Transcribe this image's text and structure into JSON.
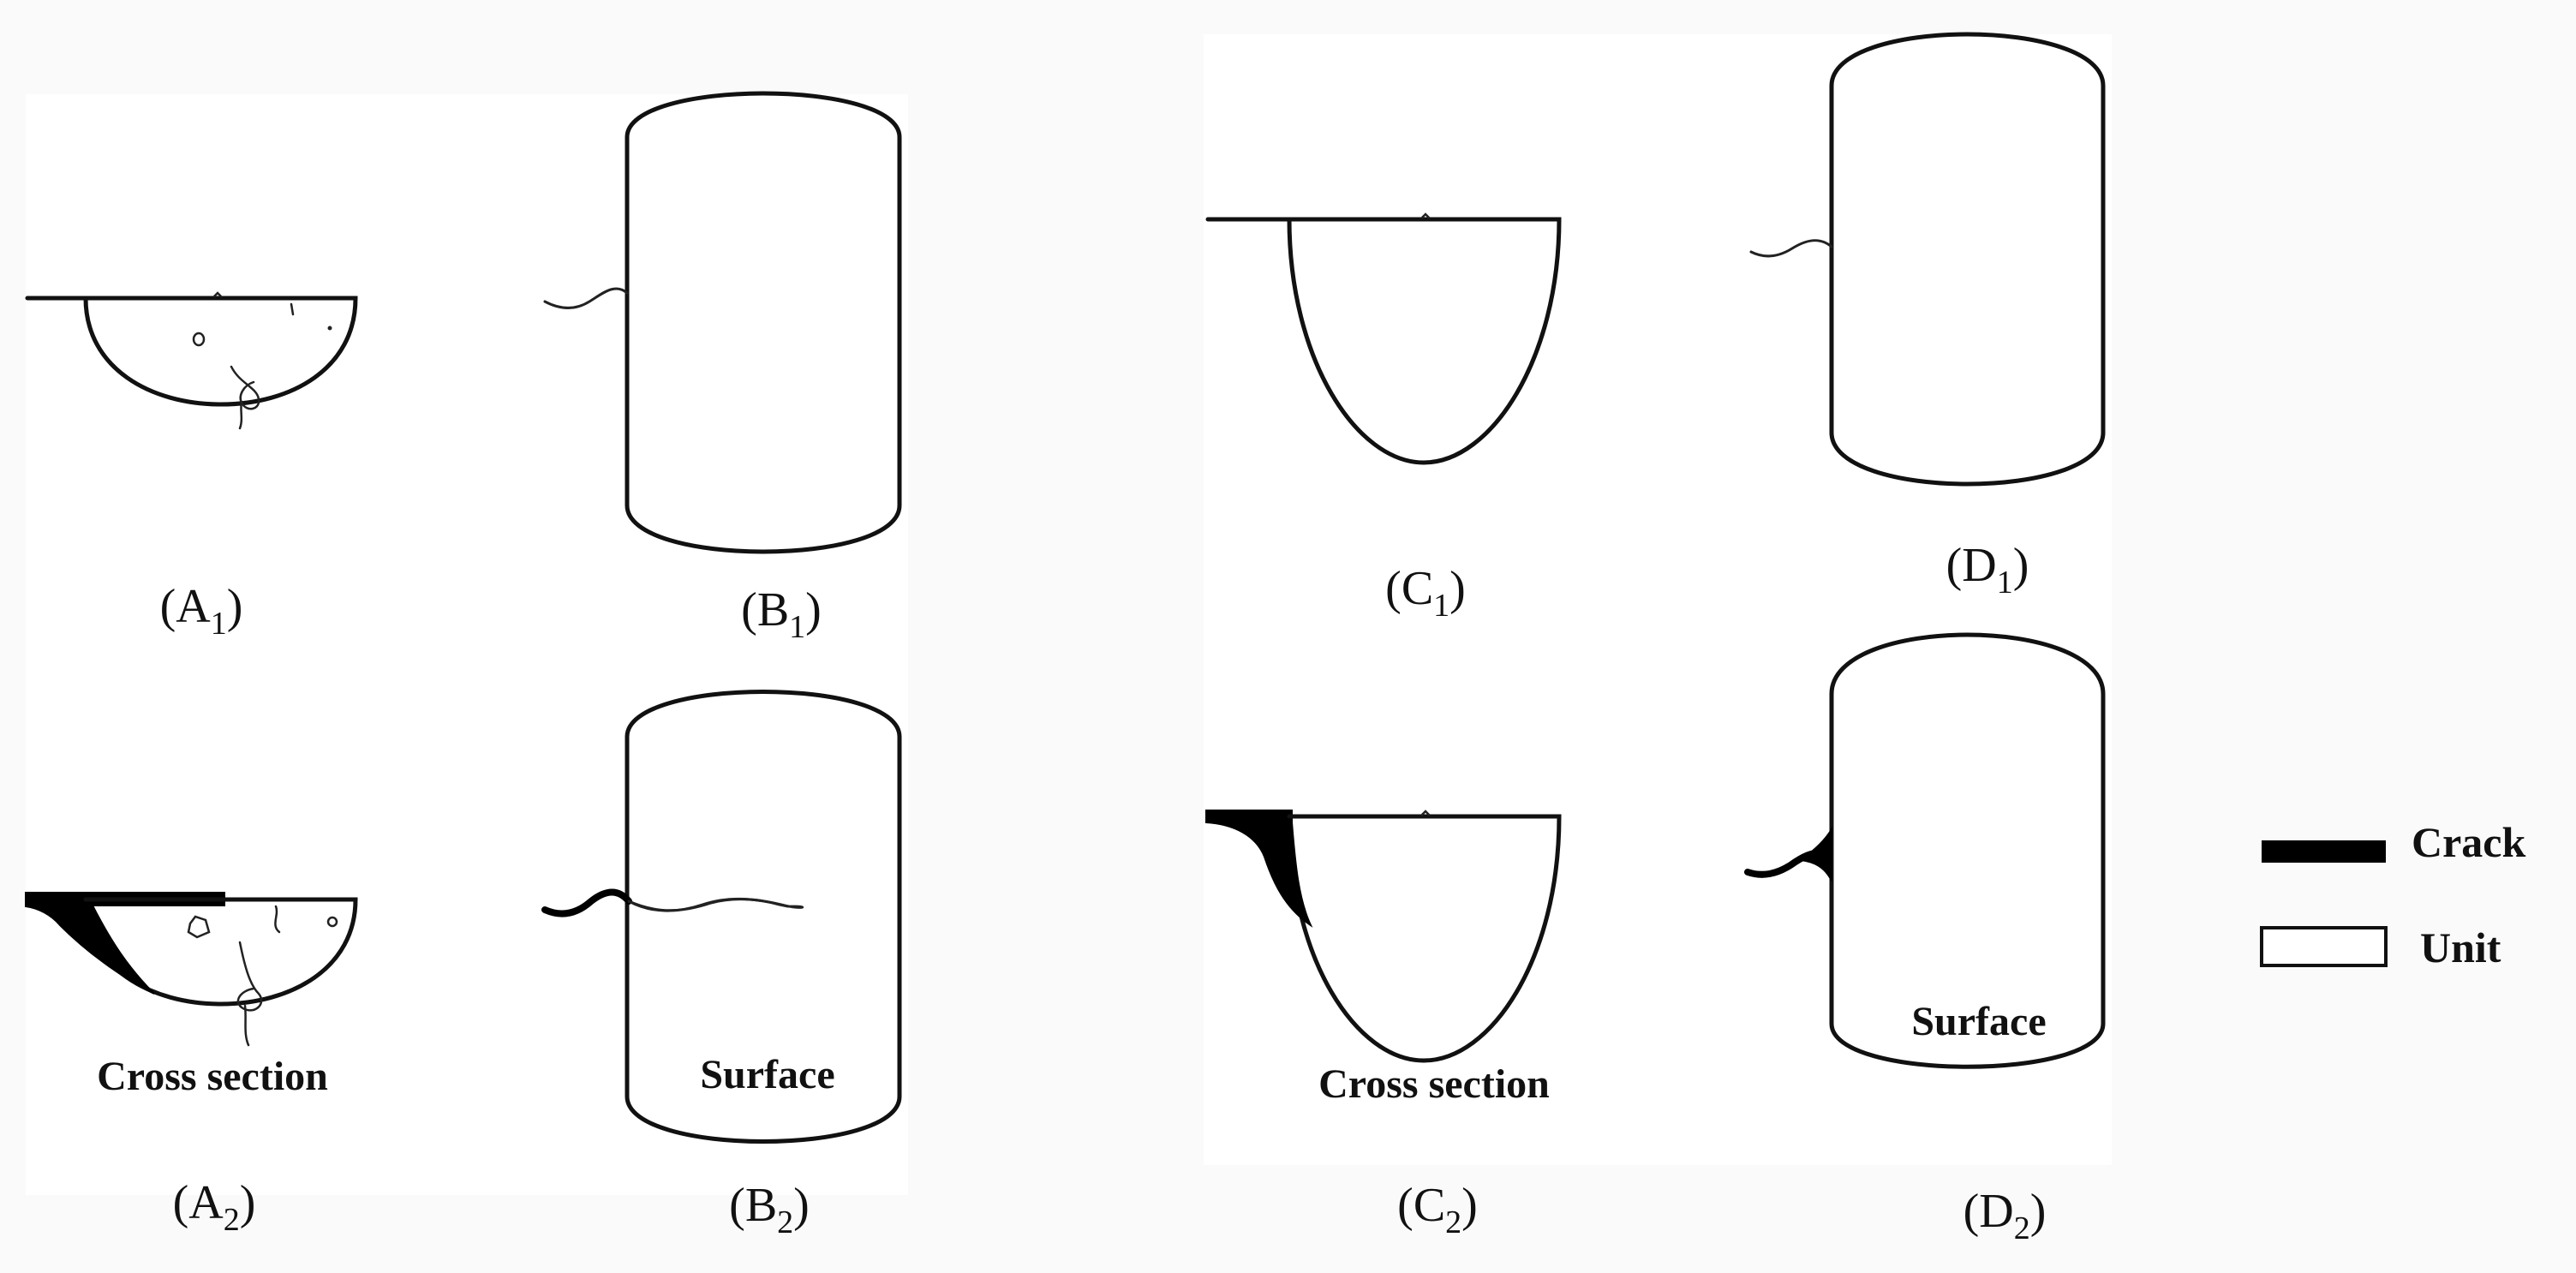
{
  "panels": {
    "a1": {
      "letter": "A",
      "sub": "1"
    },
    "b1": {
      "letter": "B",
      "sub": "1"
    },
    "c1": {
      "letter": "C",
      "sub": "1"
    },
    "d1": {
      "letter": "D",
      "sub": "1"
    },
    "a2": {
      "letter": "A",
      "sub": "2"
    },
    "b2": {
      "letter": "B",
      "sub": "2"
    },
    "c2": {
      "letter": "C",
      "sub": "2"
    },
    "d2": {
      "letter": "D",
      "sub": "2"
    }
  },
  "region_labels": {
    "cross_section_left": "Cross section",
    "surface_left": "Surface",
    "cross_section_right": "Cross section",
    "surface_right": "Surface"
  },
  "legend": {
    "crack": "Crack",
    "unit": "Unit"
  },
  "colors": {
    "background": "#fafafa",
    "panel_background": "#ffffff",
    "ink": "#111111",
    "crack": "#000000"
  }
}
